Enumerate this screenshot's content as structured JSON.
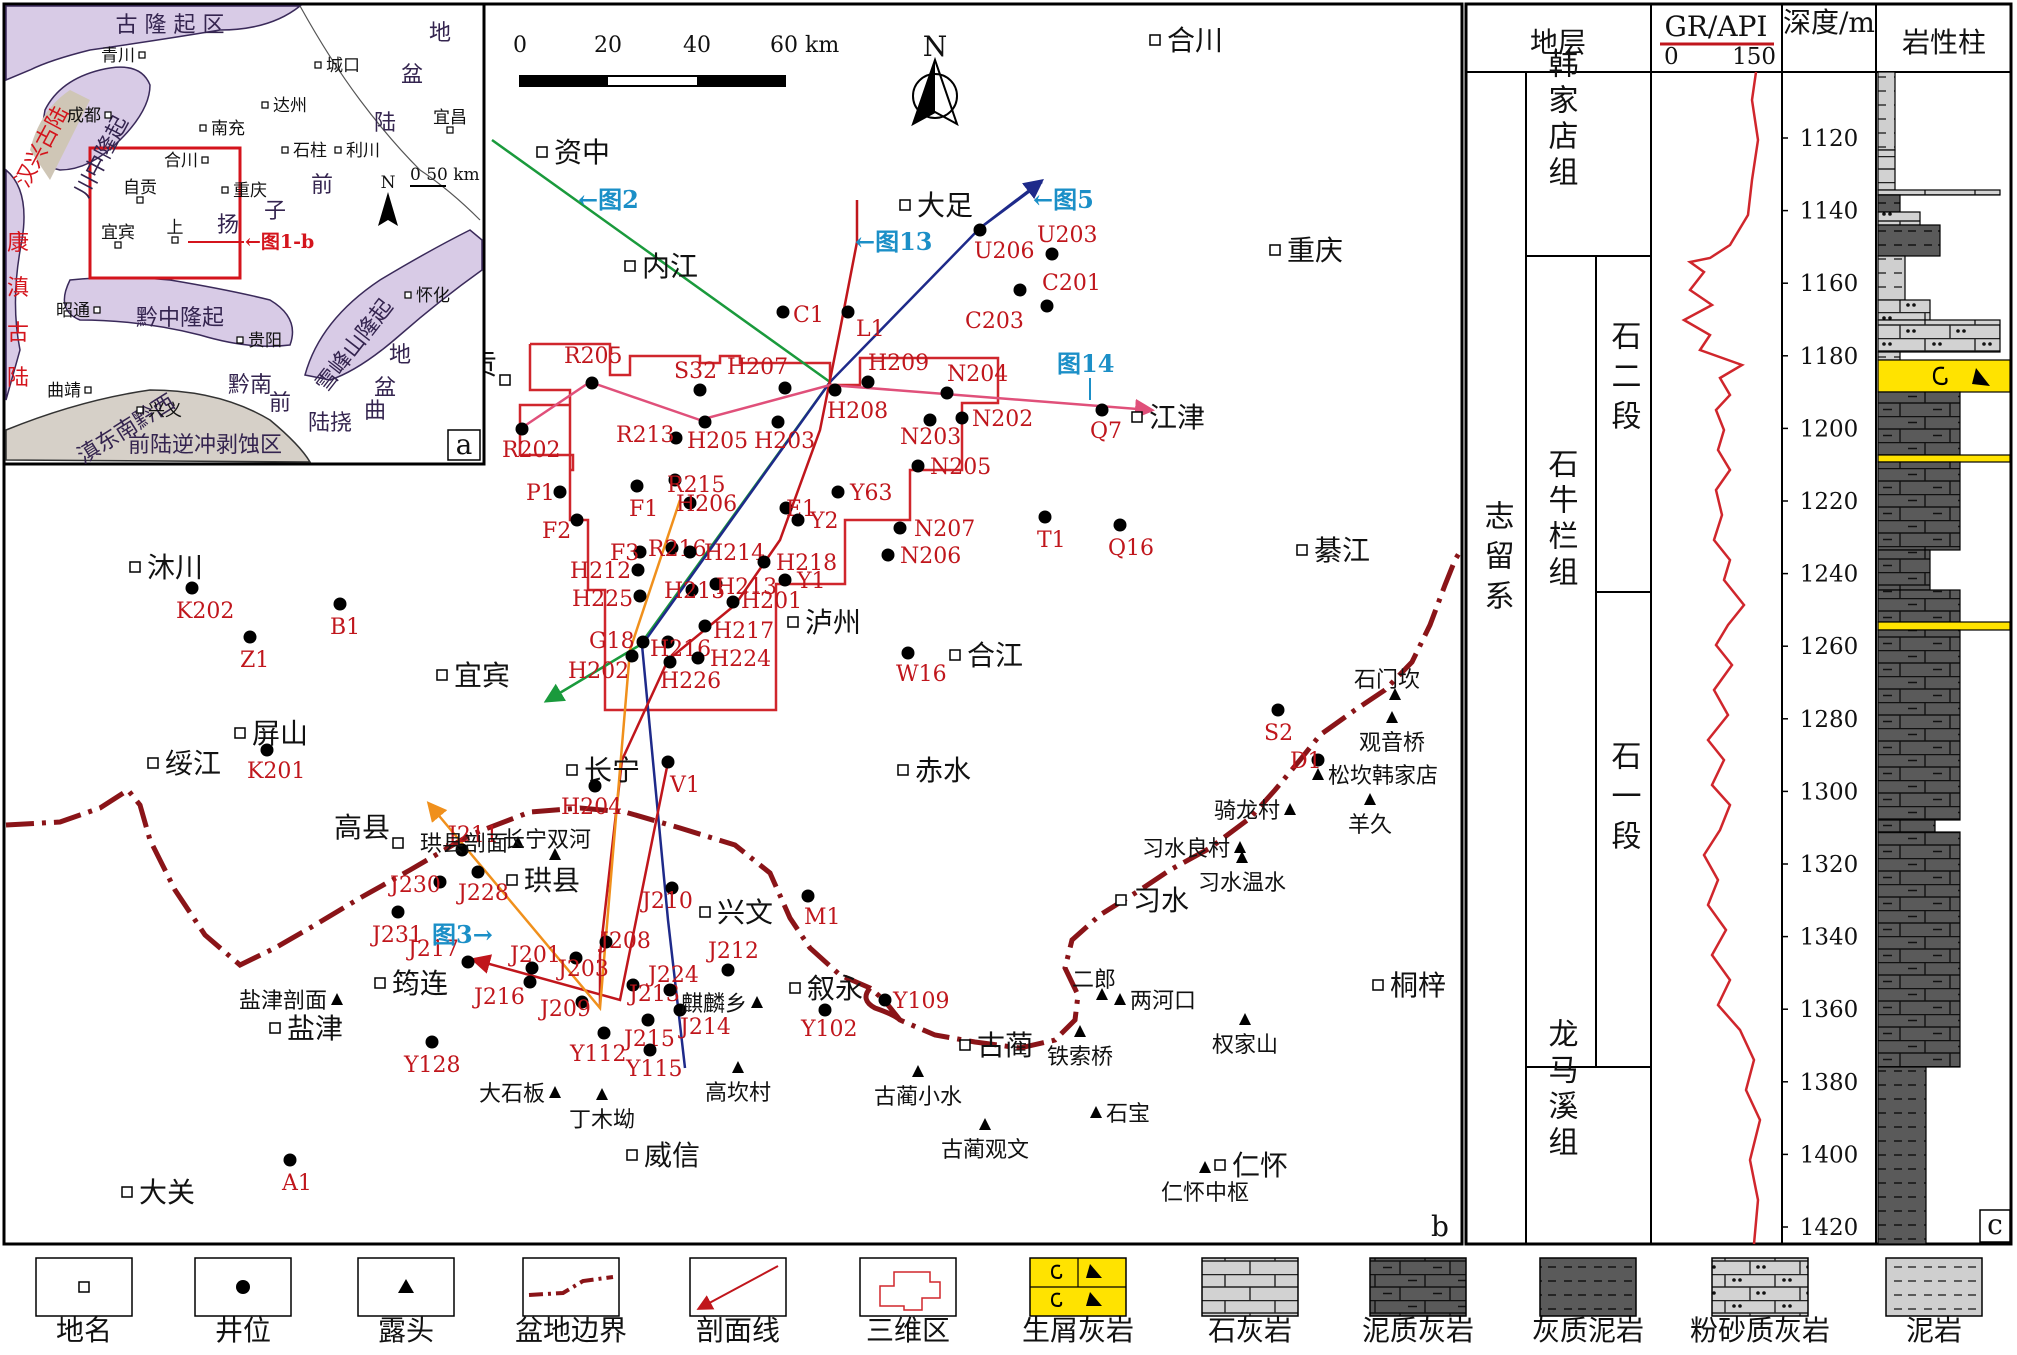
{
  "colors": {
    "red": "#c0161c",
    "green": "#1a9a3c",
    "navy": "#1e2a8a",
    "orange": "#f0901c",
    "pink": "#e0507a",
    "blue": "#1b8fc7",
    "uplift": "#d8cbe6",
    "foreland": "#d6d0c8",
    "yellow": "#ffe300",
    "limestone": "#d2d2d2",
    "marl": "#5a5a5a"
  },
  "panel_labels": {
    "a": "a",
    "b": "b",
    "c": "c"
  },
  "inset": {
    "uplifts": [
      {
        "id": "guling",
        "label": "古 隆 起 区"
      },
      {
        "id": "chuanzhong",
        "label": "川中隆起"
      },
      {
        "id": "qianzhong",
        "label": "黔中隆起"
      },
      {
        "id": "xuefeng",
        "label": "雪峰山隆起"
      }
    ],
    "red_labels": [
      {
        "id": "kangdian",
        "label": "康滇古陆",
        "chars": [
          "康",
          "滇",
          "古",
          "陆"
        ]
      },
      {
        "id": "hanxing",
        "label": "汉兴古陆"
      },
      {
        "id": "fig1b",
        "label": "←图1-b"
      }
    ],
    "dark_labels": [
      {
        "id": "basin1",
        "label": "地"
      },
      {
        "id": "basin2",
        "label": "盆"
      },
      {
        "id": "lu",
        "label": "陆"
      },
      {
        "id": "qian",
        "label": "前"
      },
      {
        "id": "zi",
        "label": "子"
      },
      {
        "id": "yang",
        "label": "扬"
      },
      {
        "id": "di2",
        "label": "地"
      },
      {
        "id": "pen2",
        "label": "盆"
      },
      {
        "id": "qiannan",
        "label": "黔南"
      },
      {
        "id": "qian2",
        "label": "前"
      },
      {
        "id": "lunao",
        "label": "陆挠"
      },
      {
        "id": "qu",
        "label": "曲"
      },
      {
        "id": "dianqian",
        "label": "滇东南黔西"
      },
      {
        "id": "foreland",
        "label": "前陆逆冲剥蚀区"
      }
    ],
    "places": [
      {
        "id": "qingchuan",
        "name": "青川"
      },
      {
        "id": "chengkou",
        "name": "城口"
      },
      {
        "id": "dazhou",
        "name": "达州"
      },
      {
        "id": "chengdu",
        "name": "成都"
      },
      {
        "id": "nanchong",
        "name": "南充"
      },
      {
        "id": "yichang",
        "name": "宜昌"
      },
      {
        "id": "shizhu",
        "name": "石柱"
      },
      {
        "id": "lichuan",
        "name": "利川"
      },
      {
        "id": "hechuan",
        "name": "合川"
      },
      {
        "id": "zigong",
        "name": "自贡"
      },
      {
        "id": "chongqing",
        "name": "重庆"
      },
      {
        "id": "yibin",
        "name": "宜宾"
      },
      {
        "id": "shang",
        "name": "上"
      },
      {
        "id": "zhaotong",
        "name": "昭通"
      },
      {
        "id": "huaihua",
        "name": "怀化"
      },
      {
        "id": "guiyang",
        "name": "贵阳"
      },
      {
        "id": "qujing",
        "name": "曲靖"
      },
      {
        "id": "xingyi",
        "name": "兴义"
      }
    ],
    "north": "N",
    "scale": "0  50 km"
  },
  "map": {
    "scale_ticks": [
      "0",
      "20",
      "40",
      "60 km"
    ],
    "north": "N",
    "places": [
      {
        "id": "hechuan",
        "name": "合川"
      },
      {
        "id": "zizhong",
        "name": "资中"
      },
      {
        "id": "dazu",
        "name": "大足"
      },
      {
        "id": "chongqing",
        "name": "重庆"
      },
      {
        "id": "neijiang",
        "name": "内江"
      },
      {
        "id": "zigong",
        "name": "自贡"
      },
      {
        "id": "jiangjin",
        "name": "江津"
      },
      {
        "id": "qijiang",
        "name": "綦江"
      },
      {
        "id": "muchuan",
        "name": "沐川"
      },
      {
        "id": "luzhou",
        "name": "泸州"
      },
      {
        "id": "hejiang",
        "name": "合江"
      },
      {
        "id": "yibin",
        "name": "宜宾"
      },
      {
        "id": "pingshan",
        "name": "屏山"
      },
      {
        "id": "suijiang",
        "name": "绥江"
      },
      {
        "id": "changning",
        "name": "长宁"
      },
      {
        "id": "chishui",
        "name": "赤水"
      },
      {
        "id": "gaoxian",
        "name": "高县"
      },
      {
        "id": "gongxian",
        "name": "珙县"
      },
      {
        "id": "xingwen",
        "name": "兴文"
      },
      {
        "id": "xishui",
        "name": "习水"
      },
      {
        "id": "yanjin",
        "name": "盐津"
      },
      {
        "id": "junlian",
        "name": "筠连"
      },
      {
        "id": "xuyong",
        "name": "叙永"
      },
      {
        "id": "gulin",
        "name": "古蔺"
      },
      {
        "id": "tongzi",
        "name": "桐梓"
      },
      {
        "id": "weixin",
        "name": "威信"
      },
      {
        "id": "renhuai",
        "name": "仁怀"
      },
      {
        "id": "daguan",
        "name": "大关"
      }
    ],
    "wells": [
      "C1",
      "L1",
      "U206",
      "U203",
      "C201",
      "C203",
      "R205",
      "S32",
      "H207",
      "H209",
      "N204",
      "H208",
      "N202",
      "Q7",
      "R202",
      "R213",
      "H205",
      "H203",
      "N203",
      "N205",
      "P1",
      "F1",
      "R215",
      "F2",
      "H206",
      "E1",
      "Y63",
      "Y2",
      "N207",
      "T1",
      "Q16",
      "F3",
      "R216",
      "H214",
      "H218",
      "N206",
      "H212",
      "H215",
      "H213",
      "Y1",
      "H225",
      "H201",
      "H217",
      "G18",
      "H216",
      "H224",
      "H202",
      "H226",
      "W16",
      "K202",
      "B1",
      "Z1",
      "S2",
      "D1",
      "K201",
      "V1",
      "H204",
      "J211",
      "J228",
      "J230",
      "J231",
      "J210",
      "M1",
      "J217",
      "J201",
      "J203",
      "J208",
      "J212",
      "J216",
      "J209",
      "J213",
      "J224",
      "J214",
      "J215",
      "Y112",
      "Y115",
      "Y109",
      "Y102",
      "Y128",
      "A1"
    ],
    "outcrops": [
      "石门坎",
      "观音桥",
      "松坎韩家店",
      "羊久",
      "骑龙村",
      "习水良村",
      "习水温水",
      "珙县剖面",
      "长宁双河",
      "二郎",
      "两河口",
      "盐津剖面",
      "麒麟乡",
      "铁索桥",
      "权家山",
      "古蔺小水",
      "高坎村",
      "大石板",
      "丁木坳",
      "古蔺观文",
      "石宝",
      "仁怀中枢"
    ],
    "section_labels": [
      "←图2",
      "←图5",
      "←图13",
      "图14",
      "图3→"
    ]
  },
  "column": {
    "headers": {
      "strata": "地层",
      "gr": "GR/API",
      "gr_min": "0",
      "gr_max": "150",
      "depth": "深度/m",
      "lith": "岩性柱"
    },
    "system": "志留系",
    "formations": [
      "韩家店组",
      "石牛栏组",
      "龙马溪组"
    ],
    "members": [
      "石二段",
      "石一段"
    ],
    "depths": [
      "1120",
      "1140",
      "1160",
      "1180",
      "1200",
      "1220",
      "1240",
      "1260",
      "1280",
      "1300",
      "1320",
      "1340",
      "1360",
      "1380",
      "1400",
      "1420"
    ]
  },
  "legend": [
    {
      "id": "place",
      "label": "地名"
    },
    {
      "id": "well",
      "label": "井位"
    },
    {
      "id": "outcrop",
      "label": "露头"
    },
    {
      "id": "boundary",
      "label": "盆地边界"
    },
    {
      "id": "section",
      "label": "剖面线"
    },
    {
      "id": "area3d",
      "label": "三维区"
    },
    {
      "id": "bioclastic",
      "label": "生屑灰岩"
    },
    {
      "id": "limestone",
      "label": "石灰岩"
    },
    {
      "id": "marly",
      "label": "泥质灰岩"
    },
    {
      "id": "calcmud",
      "label": "灰质泥岩"
    },
    {
      "id": "silty",
      "label": "粉砂质灰岩"
    },
    {
      "id": "mudstone",
      "label": "泥岩"
    }
  ]
}
